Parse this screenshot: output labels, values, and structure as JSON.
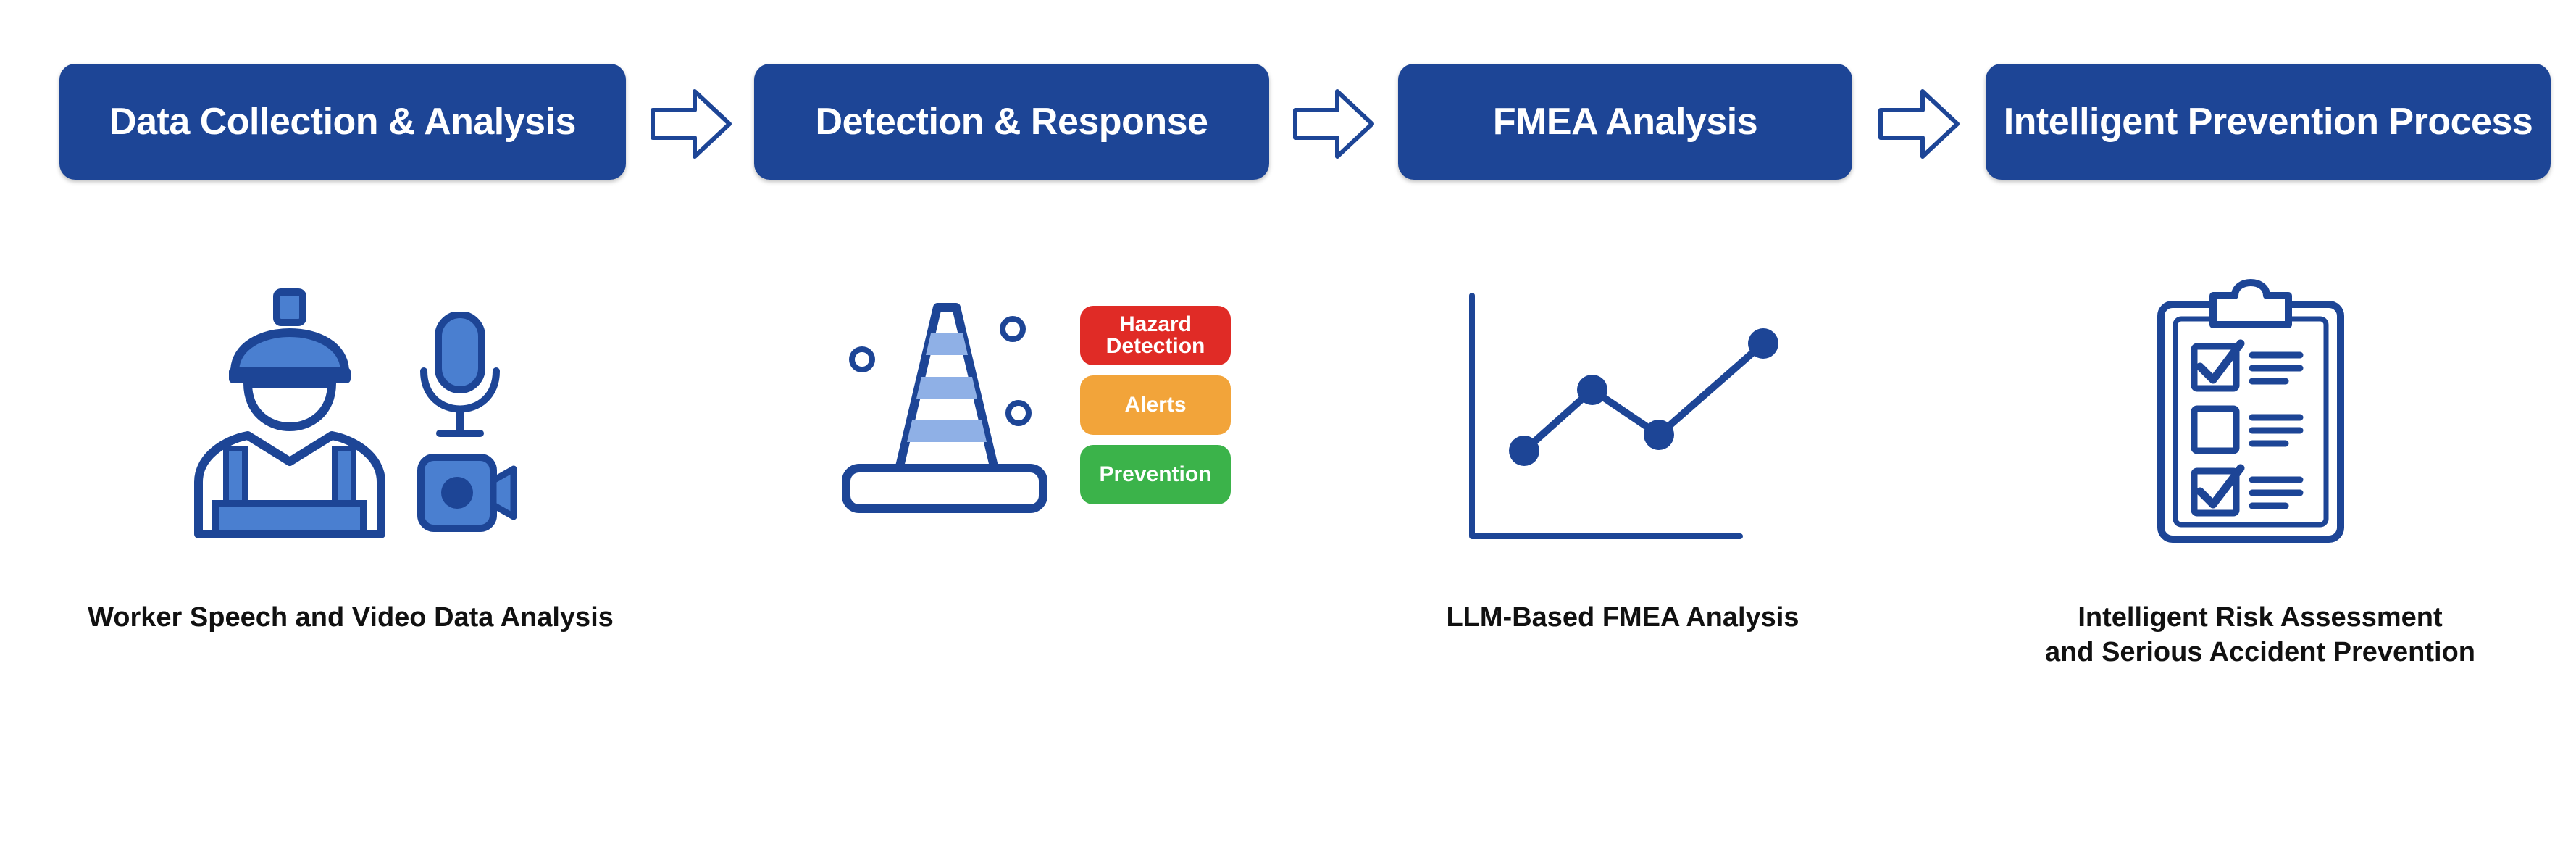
{
  "steps": [
    {
      "label": "Data Collection & Analysis"
    },
    {
      "label": "Detection & Response"
    },
    {
      "label": "FMEA Analysis"
    },
    {
      "label": "Intelligent Prevention Process"
    }
  ],
  "detection": {
    "hazard_line1": "Hazard",
    "hazard_line2": "Detection",
    "alerts": "Alerts",
    "prevention": "Prevention"
  },
  "captions": {
    "step1": "Worker Speech and Video Data Analysis",
    "step3": "LLM-Based FMEA Analysis",
    "step4_line1": "Intelligent Risk Assessment",
    "step4_line2": "and Serious Accident Prevention"
  },
  "icons": {
    "step1": [
      "worker-hardhat-icon",
      "microphone-icon",
      "video-camera-icon"
    ],
    "step2": [
      "traffic-cone-icon"
    ],
    "step3": [
      "line-chart-icon"
    ],
    "step4": [
      "checklist-clipboard-icon"
    ]
  },
  "colors": {
    "primary": "#1d4596",
    "hazard": "#e02b26",
    "alerts": "#f2a43a",
    "prevention": "#3bb34a"
  }
}
